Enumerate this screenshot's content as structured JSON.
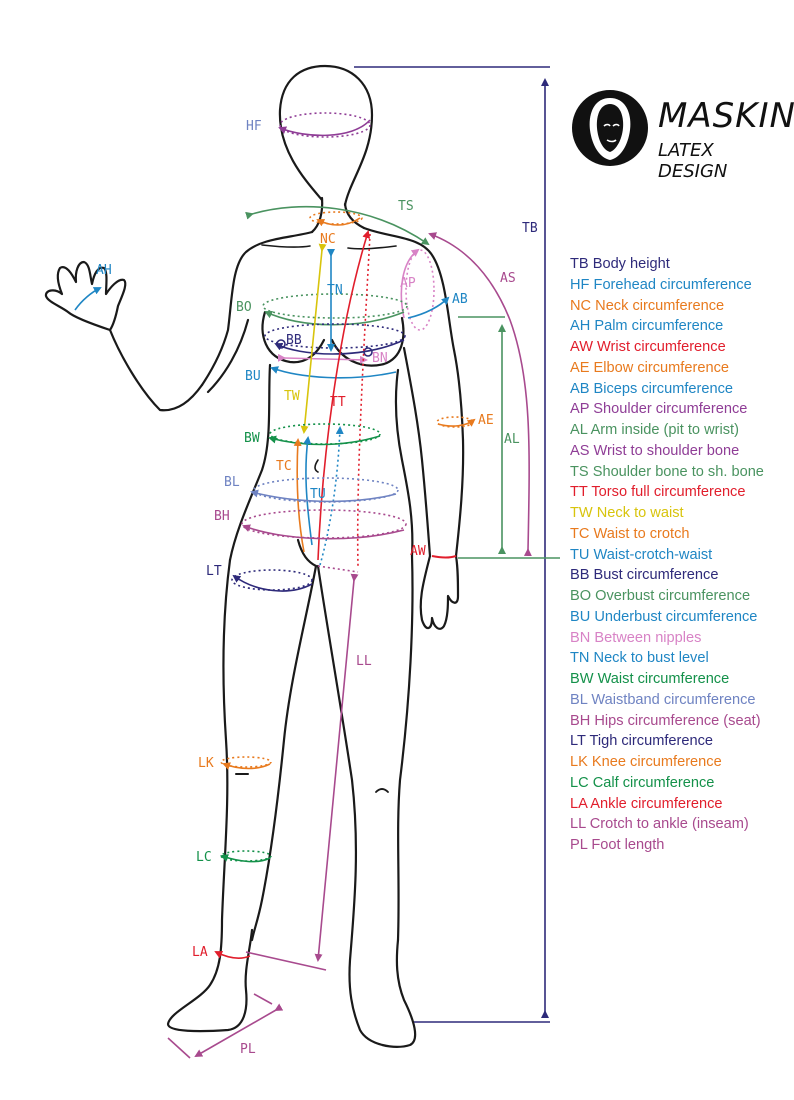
{
  "brand": {
    "name": "MASKINX",
    "tagline": "LATEX DESIGN",
    "logo_icon": "mask-face-icon"
  },
  "colors": {
    "navy": "#2e2a7a",
    "blue": "#1f86c4",
    "orange": "#e87a1e",
    "red": "#e11e2c",
    "purple": "#8f3d96",
    "green": "#14914a",
    "sage": "#4a9360",
    "yellow": "#d8c40c",
    "periwinkle": "#6f83c2",
    "pink": "#d883c6",
    "magenta": "#a84a8e",
    "outline": "#1a1a1a"
  },
  "figure_labels": {
    "TB": "TB",
    "HF": "HF",
    "TS": "TS",
    "NC": "NC",
    "AH": "AH",
    "AS": "AS",
    "AP": "AP",
    "AB": "AB",
    "BO": "BO",
    "TN": "TN",
    "BB": "BB",
    "BN": "BN",
    "BU": "BU",
    "AE": "AE",
    "AL": "AL",
    "TW": "TW",
    "TT": "TT",
    "BW": "BW",
    "BL": "BL",
    "TC": "TC",
    "TU": "TU",
    "BH": "BH",
    "AW": "AW",
    "LT": "LT",
    "LL": "LL",
    "LK": "LK",
    "LC": "LC",
    "LA": "LA",
    "PL": "PL"
  },
  "legend": [
    {
      "code": "TB",
      "text": "Body height",
      "color": "#2e2a7a"
    },
    {
      "code": "HF",
      "text": "Forehead circumference",
      "color": "#1f86c4"
    },
    {
      "code": "NC",
      "text": "Neck circumference",
      "color": "#e87a1e"
    },
    {
      "code": "AH",
      "text": "Palm circumference",
      "color": "#1f86c4"
    },
    {
      "code": "AW",
      "text": "Wrist circumference",
      "color": "#e11e2c"
    },
    {
      "code": "AE",
      "text": "Elbow circumference",
      "color": "#e87a1e"
    },
    {
      "code": "AB",
      "text": "Biceps circumference",
      "color": "#1f86c4"
    },
    {
      "code": "AP",
      "text": "Shoulder circumference",
      "color": "#8f3d96"
    },
    {
      "code": "AL",
      "text": "Arm inside (pit to wrist)",
      "color": "#4a9360"
    },
    {
      "code": "AS",
      "text": "Wrist to shoulder bone",
      "color": "#8f3d96"
    },
    {
      "code": "TS",
      "text": "Shoulder bone to sh. bone",
      "color": "#4a9360"
    },
    {
      "code": "TT",
      "text": "Torso full circumference",
      "color": "#e11e2c"
    },
    {
      "code": "TW",
      "text": "Neck to waist",
      "color": "#d8c40c"
    },
    {
      "code": "TC",
      "text": "Waist to crotch",
      "color": "#e87a1e"
    },
    {
      "code": "TU",
      "text": "Waist-crotch-waist",
      "color": "#1f86c4"
    },
    {
      "code": "BB",
      "text": "Bust circumference",
      "color": "#2e2a7a"
    },
    {
      "code": "BO",
      "text": "Overbust circumference",
      "color": "#4a9360"
    },
    {
      "code": "BU",
      "text": "Underbust circumference",
      "color": "#1f86c4"
    },
    {
      "code": "BN",
      "text": "Between nipples",
      "color": "#d883c6"
    },
    {
      "code": "TN",
      "text": "Neck to bust level",
      "color": "#1f86c4"
    },
    {
      "code": "BW",
      "text": "Waist circumference",
      "color": "#14914a"
    },
    {
      "code": "BL",
      "text": "Waistband circumference",
      "color": "#6f83c2"
    },
    {
      "code": "BH",
      "text": "Hips circumference (seat)",
      "color": "#a84a8e"
    },
    {
      "code": "LT",
      "text": "Tigh circumference",
      "color": "#2e2a7a"
    },
    {
      "code": "LK",
      "text": "Knee circumference",
      "color": "#e87a1e"
    },
    {
      "code": "LC",
      "text": "Calf circumference",
      "color": "#14914a"
    },
    {
      "code": "LA",
      "text": "Ankle circumference",
      "color": "#e11e2c"
    },
    {
      "code": "LL",
      "text": "Crotch to ankle (inseam)",
      "color": "#a84a8e"
    },
    {
      "code": "PL",
      "text": "Foot length",
      "color": "#a84a8e"
    }
  ]
}
